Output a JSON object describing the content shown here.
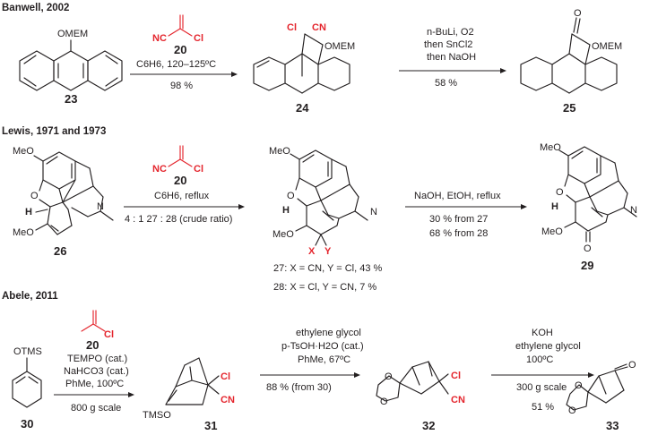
{
  "colors": {
    "ink": "#231f20",
    "reagent_red": "#e4252d"
  },
  "section1": {
    "header": "Banwell, 2002",
    "sm_label": "OMEM",
    "sm_number": "23",
    "reagent": {
      "nc": "NC",
      "cl": "Cl",
      "number": "20"
    },
    "conditions1": "C6H6, 120–125ºC",
    "yield1": "98 %",
    "p1": {
      "cl": "Cl",
      "cn": "CN",
      "omem": "OMEM",
      "number": "24"
    },
    "conditions2": [
      "n-BuLi, O2",
      "then SnCl2",
      "then NaOH"
    ],
    "yield2": "58 %",
    "p2": {
      "o": "O",
      "omem": "OMEM",
      "number": "25"
    }
  },
  "section2": {
    "header": "Lewis, 1971 and 1973",
    "sm": {
      "meo_top": "MeO",
      "o": "O",
      "h": "H",
      "n": "N",
      "meo_bottom": "MeO",
      "number": "26"
    },
    "reagent": {
      "nc": "NC",
      "cl": "Cl",
      "number": "20"
    },
    "conditions1": "C6H6, reflux",
    "ratio": "4 : 1 27 : 28 (crude ratio)",
    "p1": {
      "meo_top": "MeO",
      "o": "O",
      "h": "H",
      "n": "N",
      "meo_bottom": "MeO",
      "x": "X",
      "y": "Y"
    },
    "p1_line1": "27: X = CN, Y = Cl, 43 %",
    "p1_line2": "28: X = Cl, Y = CN, 7 %",
    "conditions2": "NaOH, EtOH, reflux",
    "yield_a": "30 % from 27",
    "yield_b": "68 % from 28",
    "p2": {
      "meo_top": "MeO",
      "o": "O",
      "h": "H",
      "n": "N",
      "meo_bottom": "MeO",
      "ketone_o": "O",
      "number": "29"
    }
  },
  "section3": {
    "header": "Abele, 2011",
    "sm": {
      "otms": "OTMS",
      "number": "30"
    },
    "reagent": {
      "cl": "Cl",
      "number": "20"
    },
    "conditions1": [
      "TEMPO (cat.)",
      "NaHCO3 (cat.)",
      "PhMe, 100ºC"
    ],
    "scale1": "800 g scale",
    "i1": {
      "tmso": "TMSO",
      "cl": "Cl",
      "cn": "CN",
      "number": "31"
    },
    "conditions2": [
      "ethylene glycol",
      "p-TsOH·H2O (cat.)",
      "PhMe, 67ºC"
    ],
    "yield2": "88 % (from 30)",
    "i2": {
      "o": "O",
      "cl": "Cl",
      "cn": "CN",
      "number": "32"
    },
    "conditions3": [
      "KOH",
      "ethylene glycol",
      "100ºC"
    ],
    "scale3": "300 g scale",
    "yield3": "51 %",
    "p": {
      "o": "O",
      "ketone_o": "O",
      "number": "33"
    }
  }
}
